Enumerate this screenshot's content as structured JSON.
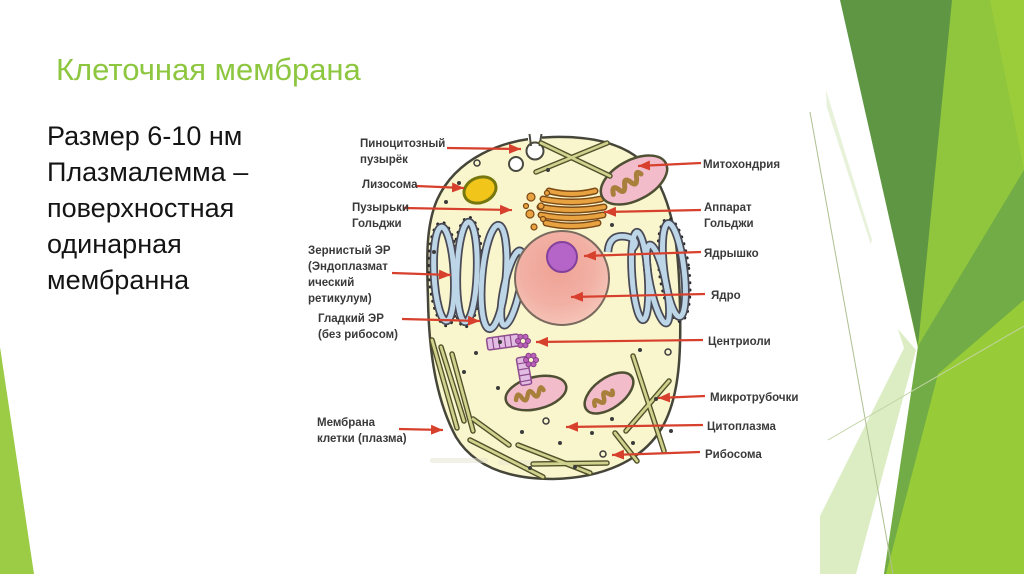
{
  "slide": {
    "title": "Клеточная мембрана",
    "body_lines": [
      "Размер 6-10 нм",
      "Плазмалемма –",
      "поверхностная",
      "одинарная",
      "мембранна"
    ]
  },
  "diagram": {
    "left_labels": [
      {
        "name": "pinocytotic-vesicle",
        "lines": [
          "Пиноцитозный",
          "пузырёк"
        ]
      },
      {
        "name": "lysosome",
        "lines": [
          "Лизосома"
        ]
      },
      {
        "name": "golgi-vesicles",
        "lines": [
          "Пузырьки",
          "Гольджи"
        ]
      },
      {
        "name": "rough-er",
        "lines": [
          "Зернистый ЭР",
          "(Эндоплазмат",
          "ический",
          "ретикулум)"
        ]
      },
      {
        "name": "smooth-er",
        "lines": [
          "Гладкий ЭР",
          "(без рибосом)"
        ]
      },
      {
        "name": "cell-membrane",
        "lines": [
          "Мембрана",
          "клетки (плазма)"
        ]
      }
    ],
    "right_labels": [
      {
        "name": "mitochondrion",
        "lines": [
          "Митохондрия"
        ]
      },
      {
        "name": "golgi-apparatus",
        "lines": [
          "Аппарат",
          "Гольджи"
        ]
      },
      {
        "name": "nucleolus",
        "lines": [
          "Ядрышко"
        ]
      },
      {
        "name": "nucleus",
        "lines": [
          "Ядро"
        ]
      },
      {
        "name": "centrioles",
        "lines": [
          "Центриоли"
        ]
      },
      {
        "name": "microtubules",
        "lines": [
          "Микротрубочки"
        ]
      },
      {
        "name": "cytoplasm",
        "lines": [
          "Цитоплазма"
        ]
      },
      {
        "name": "ribosome",
        "lines": [
          "Рибосома"
        ]
      }
    ]
  },
  "theme": {
    "title_color": "#8DC63F",
    "accent_greens": [
      "#8FC63D",
      "#5F9644",
      "#72AC46",
      "#97CB37",
      "#DCEDC4",
      "#9CCB45"
    ],
    "arrow_color": "#D7402C",
    "cell_fill": "#F9F6CD",
    "label_color": "#3A3A3A",
    "body_text_color": "#141414"
  }
}
